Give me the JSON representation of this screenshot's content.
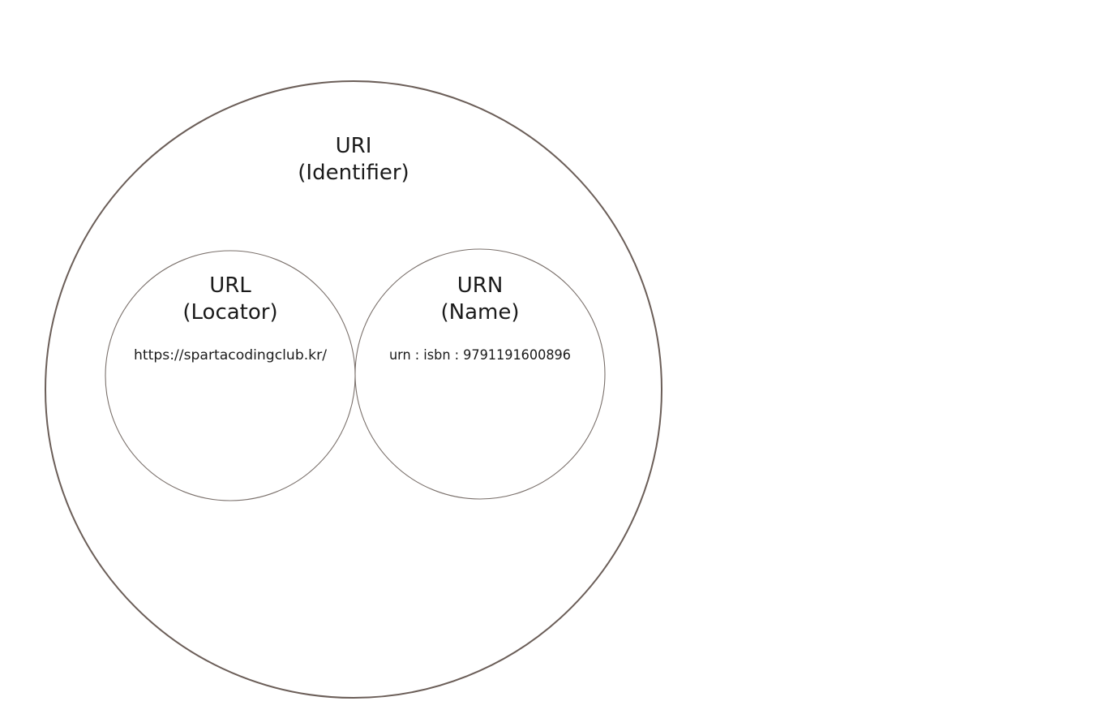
{
  "uri": {
    "title": "URI",
    "subtitle": "(Identifier)"
  },
  "url": {
    "title": "URL",
    "subtitle": "(Locator)",
    "example": "https://spartacodingclub.kr/"
  },
  "urn": {
    "title": "URN",
    "subtitle": "(Name)",
    "example": "urn : isbn : 9791191600896"
  }
}
